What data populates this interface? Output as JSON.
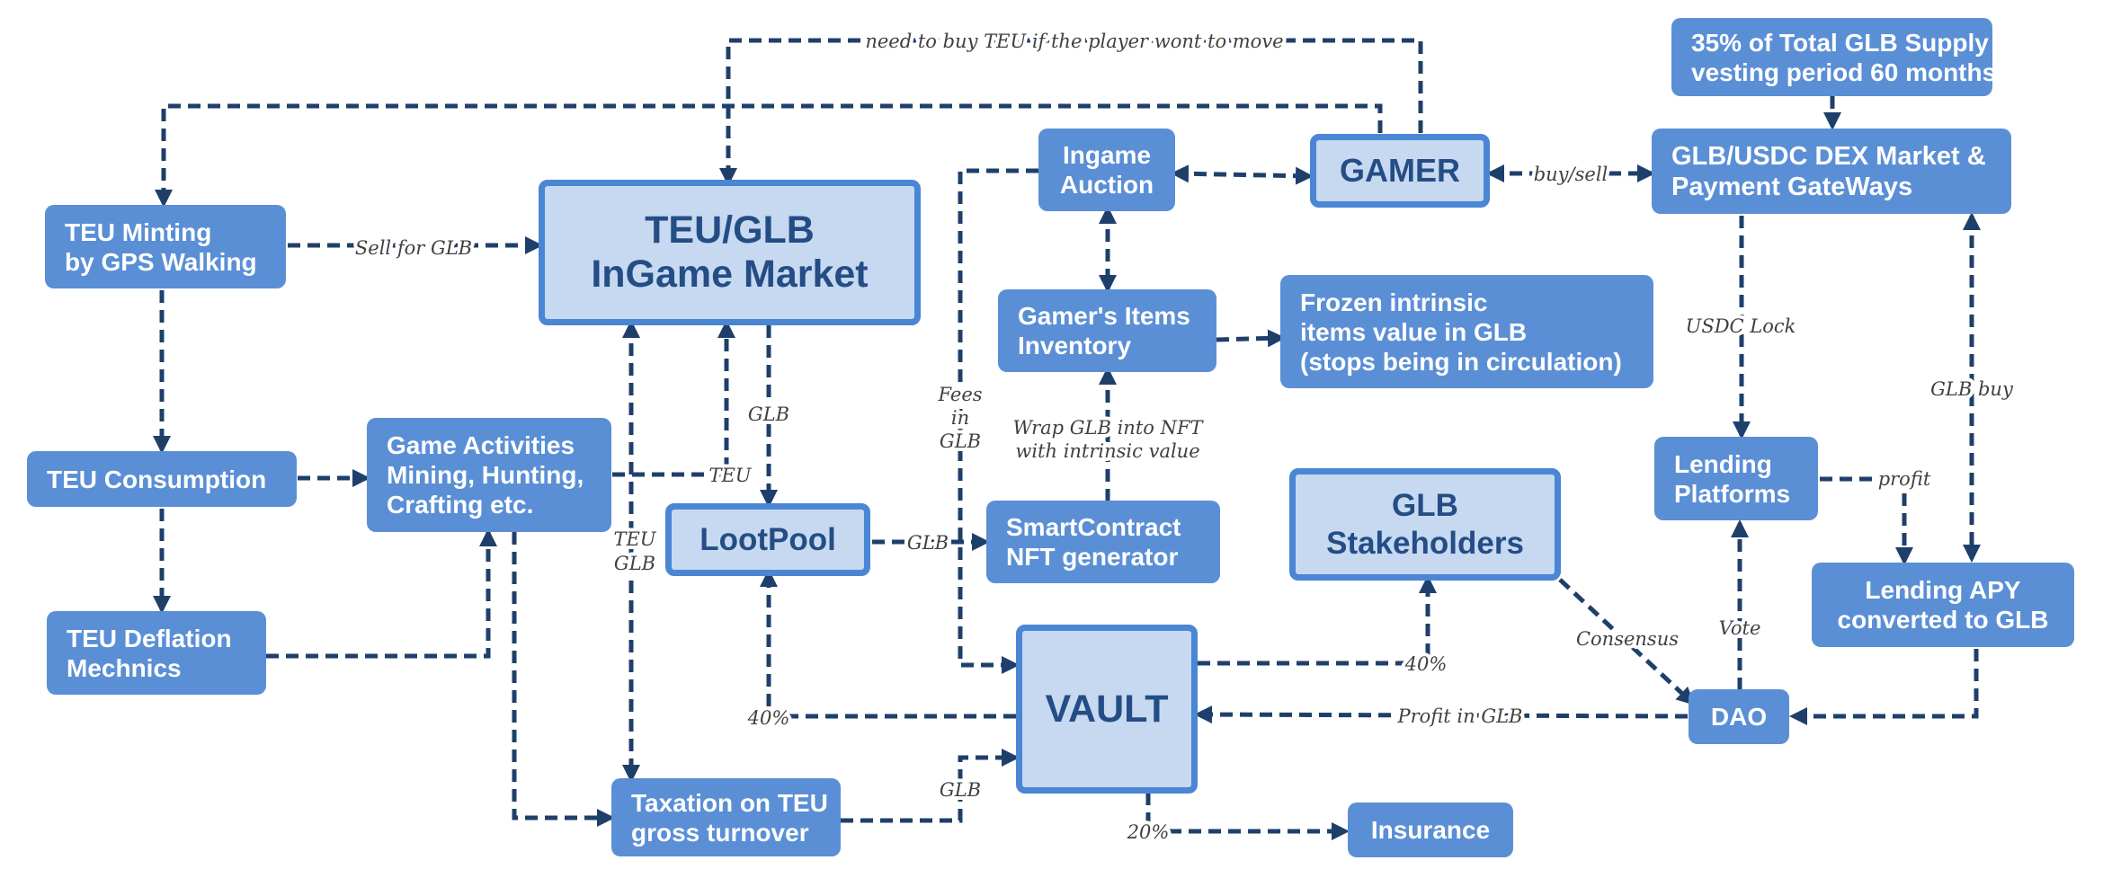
{
  "nodes": {
    "supply": [
      "35% of Total GLB Supply",
      "vesting period 60 months"
    ],
    "teu_minting": [
      "TEU Minting",
      "by GPS Walking"
    ],
    "teu_glb_market": [
      "TEU/GLB",
      "InGame Market"
    ],
    "ingame_auction": [
      "Ingame",
      "Auction"
    ],
    "gamer": [
      "GAMER"
    ],
    "dex_market": [
      "GLB/USDC DEX Market &",
      "Payment GateWays"
    ],
    "items_inventory": [
      "Gamer's Items",
      "Inventory"
    ],
    "frozen_value": [
      "Frozen intrinsic",
      "items value in GLB",
      "(stops being in circulation)"
    ],
    "teu_consumption": [
      "TEU Consumption"
    ],
    "game_activities": [
      "Game Activities",
      "Mining, Hunting,",
      "Crafting etc."
    ],
    "lootpool": [
      "LootPool"
    ],
    "smartcontract": [
      "SmartContract",
      "NFT generator"
    ],
    "glb_stakeholders": [
      "GLB",
      "Stakeholders"
    ],
    "lending_platforms": [
      "Lending",
      "Platforms"
    ],
    "lending_apy": [
      "Lending APY",
      "converted to GLB"
    ],
    "teu_deflation": [
      "TEU Deflation",
      "Mechnics"
    ],
    "vault": [
      "VAULT"
    ],
    "dao": [
      "DAO"
    ],
    "taxation": [
      "Taxation on TEU",
      "gross turnover"
    ],
    "insurance": [
      "Insurance"
    ]
  },
  "labels": {
    "need_to_buy": "need to buy TEU if the player wont to move",
    "sell_for_glb": "Sell for GLB",
    "buy_sell": "buy/sell",
    "usdc_lock": "USDC Lock",
    "glb_buy": "GLB buy",
    "glb_market_lootpool": "GLB",
    "fees": [
      "Fees",
      "in",
      "GLB"
    ],
    "wrap": [
      "Wrap GLB into NFT",
      "with intrinsic value"
    ],
    "teu": "TEU",
    "profit": "profit",
    "teu_glb": [
      "TEU",
      "GLB"
    ],
    "glb_lootpool_sc": "GLB",
    "consensus": "Consensus",
    "vote": "Vote",
    "forty_stake": "40%",
    "forty_loot": "40%",
    "profit_in_glb": "Profit in GLB",
    "glb_tax": "GLB",
    "twenty": "20%"
  }
}
